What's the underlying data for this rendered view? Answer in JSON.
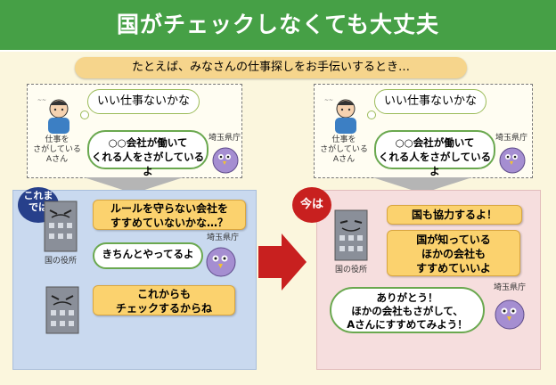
{
  "title": "国がチェックしなくても大丈夫",
  "example_banner": "たとえば、みなさんの仕事探しをお手伝いするとき…",
  "left_scene": {
    "thought_bubble": "いい仕事ないかな",
    "person_label_lines": [
      "仕事を",
      "さがしている",
      "Aさん"
    ],
    "prefecture_label": "埼玉県庁",
    "prefecture_bubble_lines": [
      "○○会社が働いて",
      "くれる人をさがしているよ"
    ]
  },
  "right_scene": {
    "thought_bubble": "いい仕事ないかな",
    "person_label_lines": [
      "仕事を",
      "さがしている",
      "Aさん"
    ],
    "prefecture_label": "埼玉県庁",
    "prefecture_bubble_lines": [
      "○○会社が働いて",
      "くれる人をさがしているよ"
    ]
  },
  "before": {
    "badge_lines": [
      "これま",
      "では"
    ],
    "gov_label": "国の役所",
    "prefecture_label": "埼玉県庁",
    "gov_bubble_1_lines": [
      "ルールを守らない会社を",
      "すすめていないかな…？"
    ],
    "prefecture_reply": "きちんとやってるよ",
    "gov_bubble_2_lines": [
      "これからも",
      "チェックするからね"
    ]
  },
  "after": {
    "badge": "今は",
    "gov_label": "国の役所",
    "prefecture_label": "埼玉県庁",
    "gov_bubble_1": "国も協力するよ！",
    "gov_bubble_2_lines": [
      "国が知っている",
      "ほかの会社も",
      "すすめていいよ"
    ],
    "prefecture_reply_lines": [
      "ありがとう！",
      "ほかの会社もさがして、",
      "Aさんにすすめてみよう！"
    ]
  },
  "colors": {
    "title_green": "#46a046",
    "banner_orange": "#f6d58c",
    "before_blue": "#c9d9ef",
    "after_pink": "#f6dede",
    "arrow_red": "#c8201f"
  },
  "icons": [
    "person-worried-icon",
    "bird-mascot-icon",
    "government-building-icon",
    "red-arrow-icon",
    "down-arrow-icon"
  ]
}
